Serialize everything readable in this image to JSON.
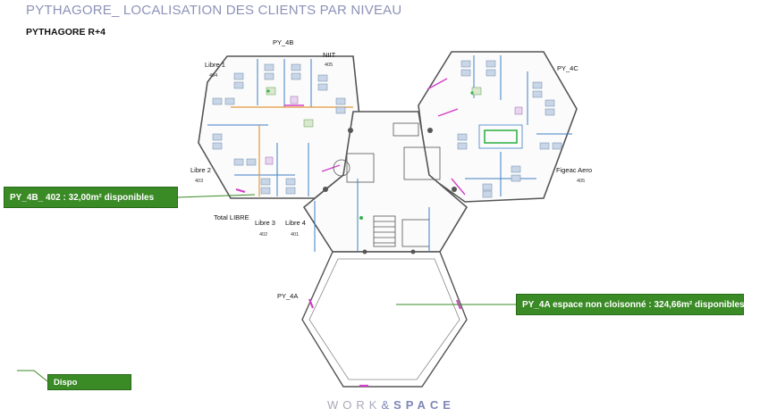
{
  "header": {
    "title": "PYTHAGORE_ LOCALISATION DES CLIENTS PAR NIVEAU",
    "floor": "PYTHAGORE R+4"
  },
  "rooms": {
    "py4b": "PY_4B",
    "niit": "NIIT",
    "niit_num": "405",
    "libre1": "Libre 1",
    "libre1_num": "404",
    "py4c": "PY_4C",
    "libre2": "Libre 2",
    "libre2_num": "403",
    "total_libre": "Total LIBRE",
    "libre3": "Libre 3",
    "libre3_num": "402",
    "libre4": "Libre 4",
    "libre4_num": "401",
    "figeac": "Figeac Aero",
    "figeac_num": "405",
    "py4a": "PY_4A"
  },
  "callouts": {
    "py4b_402": "PY_4B_ 402 : 32,00m² disponibles",
    "py4a_space": "PY_4A espace non cloisonné : 324,66m² disponibles",
    "legend_dispo": "Dispo"
  },
  "logo": {
    "work": "WORK",
    "amp": "&",
    "space": "SPACE"
  },
  "colors": {
    "callout_green": "#3a8a26",
    "title_grey_blue": "#8d93b8",
    "wall": "#555555",
    "partition_blue": "#3f7fc6",
    "partition_magenta": "#d23fc8",
    "partition_orange": "#e39a3c"
  }
}
